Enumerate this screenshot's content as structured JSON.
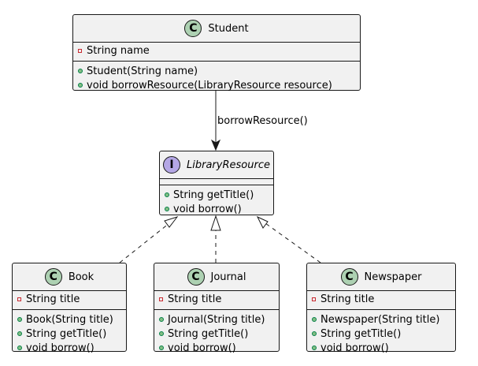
{
  "colors": {
    "box_fill": "#f1f1f1",
    "class_badge": "#add1b2",
    "interface_badge": "#b4a7e5",
    "private_marker": "#c82930",
    "public_marker": "#84be84"
  },
  "student": {
    "badge": "C",
    "name": "Student",
    "fields": [
      "String name"
    ],
    "methods": [
      "Student(String name)",
      "void borrowResource(LibraryResource resource)"
    ]
  },
  "library_resource": {
    "badge": "I",
    "name": "LibraryResource",
    "fields": [],
    "methods": [
      "String getTitle()",
      "void borrow()"
    ]
  },
  "book": {
    "badge": "C",
    "name": "Book",
    "fields": [
      "String title"
    ],
    "methods": [
      "Book(String title)",
      "String getTitle()",
      "void borrow()"
    ]
  },
  "journal": {
    "badge": "C",
    "name": "Journal",
    "fields": [
      "String title"
    ],
    "methods": [
      "Journal(String title)",
      "String getTitle()",
      "void borrow()"
    ]
  },
  "newspaper": {
    "badge": "C",
    "name": "Newspaper",
    "fields": [
      "String title"
    ],
    "methods": [
      "Newspaper(String title)",
      "String getTitle()",
      "void borrow()"
    ]
  },
  "edges": {
    "association_label": "borrowResource()"
  }
}
